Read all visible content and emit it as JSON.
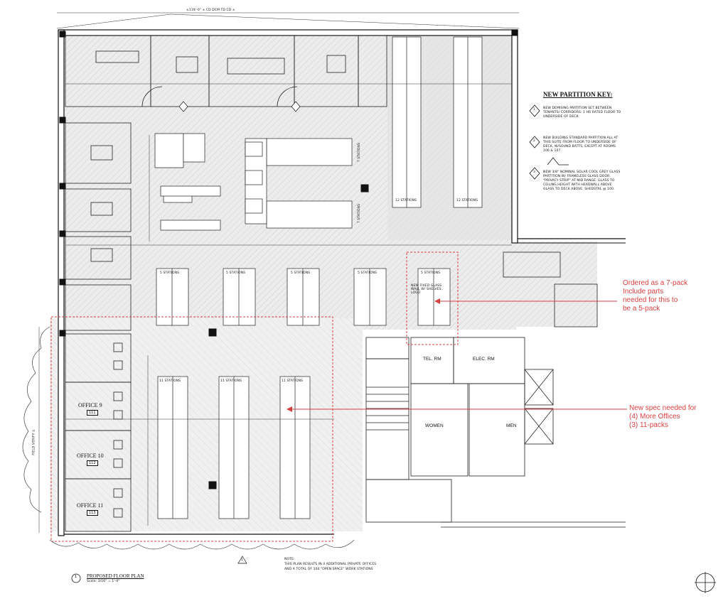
{
  "drawing": {
    "title": "PROPOSED FLOOR PLAN",
    "scale": "Scale: 3/16\" = 1'-0\"",
    "title_number": "1",
    "top_dimension": "±119'-0\" ± CD DCM TD CD ±",
    "side_dimension": "FIELD VERIFY ±",
    "note_heading": "NOTE:",
    "note_line_1": "THIS PLAN RESULTS IN 4 ADDITIONAL PRIVATE OFFICES",
    "note_line_2": "AND A TOTAL OF 104 \"OPEN SPACE\" WORK STATIONS",
    "revision_mark": "1"
  },
  "partition_key": {
    "title": "NEW PARTITION KEY:",
    "items": [
      {
        "tag": "1",
        "text": "NEW DEMISING PARTITION SET BETWEEN TENANTS/ CORRIDORS: 1 HR RATED FLOOR TO UNDERSIDE OF DECK"
      },
      {
        "tag": "2",
        "text": "NEW BUILDING STANDARD PARTITION ALL AT THIS SUITE FROM FLOOR TO UNDERSIDE OF DECK, W/SOUND BATTS, EXCEPT AT ROOMS 106 & 107."
      },
      {
        "tag": "3",
        "text": "NEW 3/8\" NOMINAL SOLAR COOL GREY GLASS PARTITION W/ FRAMELESS GLASS DOOR, \"PRIVACY STRIP\" AT MID RANGE. GLASS TO CEILING HEIGHT WITH HEADWALL ABOVE GLASS TO DECK ABOVE. SHEDSTAL @ 100."
      }
    ]
  },
  "rooms": {
    "tel": "TEL. RM",
    "elec": "ELEC. RM",
    "women": "WOMEN",
    "men": "MEN",
    "office_9": "OFFICE 9",
    "office_10": "OFFICE 10",
    "office_11": "OFFICE 11",
    "num_9": "111",
    "num_10": "112",
    "num_11": "113"
  },
  "stations": {
    "five": "5 STATIONS",
    "seven": "7 STATIONS",
    "eleven": "11 STATIONS",
    "twelve": "12 STATIONS",
    "new_fixed_glass": "NEW FIXED GLASS WALL W/ SHELVES, LOGO"
  },
  "annotations": {
    "note_1": "Ordered as a 7-pack\nInclude parts\nneeded for this to\nbe a 5-pack",
    "note_2": "New spec needed for\n(4) More Offices\n(3) 11-packs"
  },
  "colors": {
    "markup_red": "#d94040",
    "line": "#222222",
    "hatch": "#8a8a8a",
    "fill_grey": "#e8e8e8"
  }
}
